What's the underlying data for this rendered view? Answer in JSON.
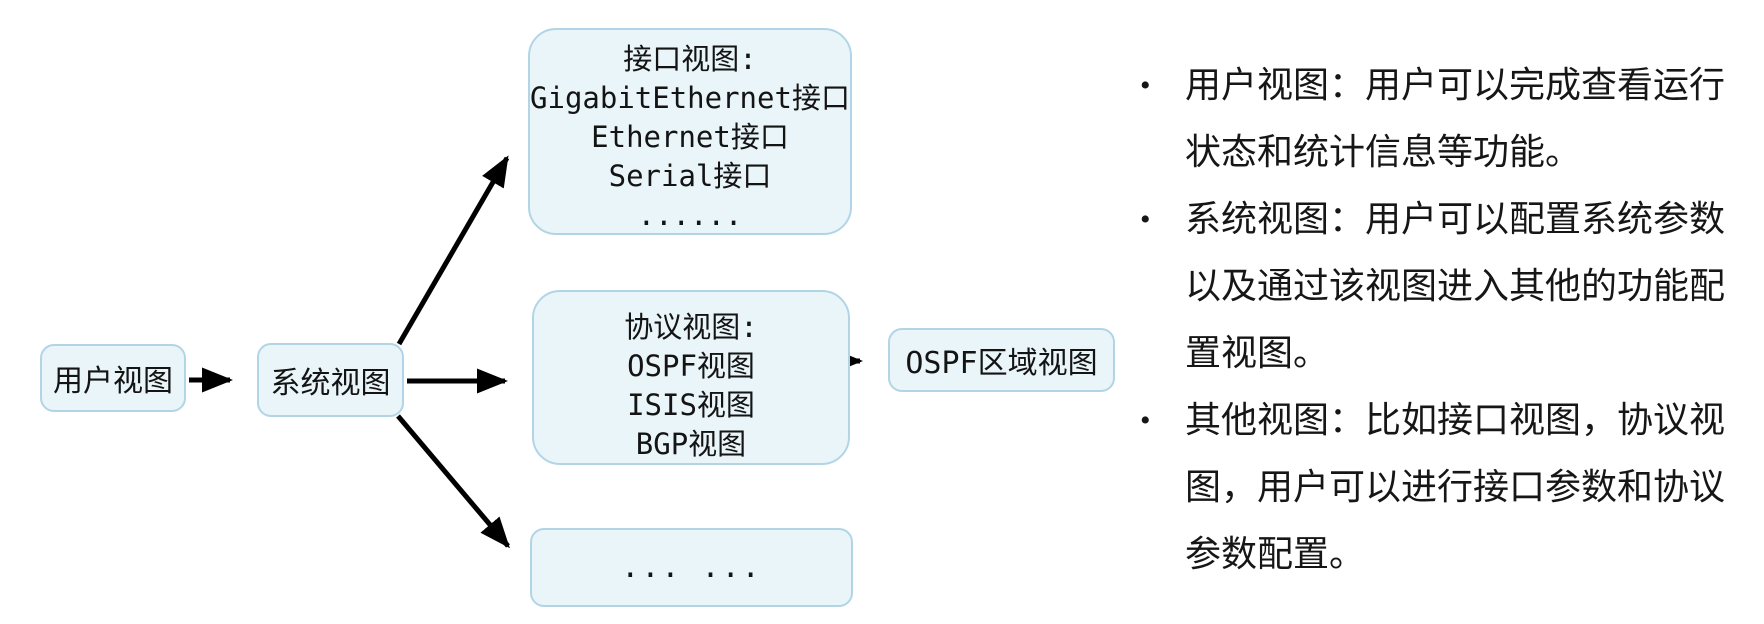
{
  "diagram": {
    "nodes": {
      "user_view": {
        "label": "用户视图"
      },
      "system_view": {
        "label": "系统视图"
      },
      "interface_view": {
        "lines": [
          "接口视图:",
          "GigabitEthernet接口",
          "Ethernet接口",
          "Serial接口",
          "......"
        ]
      },
      "protocol_view": {
        "lines": [
          "协议视图:",
          "OSPF视图",
          "ISIS视图",
          "BGP视图"
        ]
      },
      "ospf_area_view": {
        "label": "OSPF区域视图"
      },
      "other_view": {
        "label": "... ..."
      }
    },
    "colors": {
      "node_fill": "#e9f5f9",
      "node_border": "#b2d5e5",
      "arrow": "#000000",
      "text": "#141414"
    }
  },
  "notes": {
    "bullet_glyph": "•",
    "items": [
      {
        "lines": [
          "用户视图：用户可以完成查看运行",
          "状态和统计信息等功能。"
        ]
      },
      {
        "lines": [
          "系统视图：用户可以配置系统参数",
          "以及通过该视图进入其他的功能配",
          "置视图。"
        ]
      },
      {
        "lines": [
          "其他视图：比如接口视图，协议视",
          "图，用户可以进行接口参数和协议",
          "参数配置。"
        ]
      }
    ]
  }
}
